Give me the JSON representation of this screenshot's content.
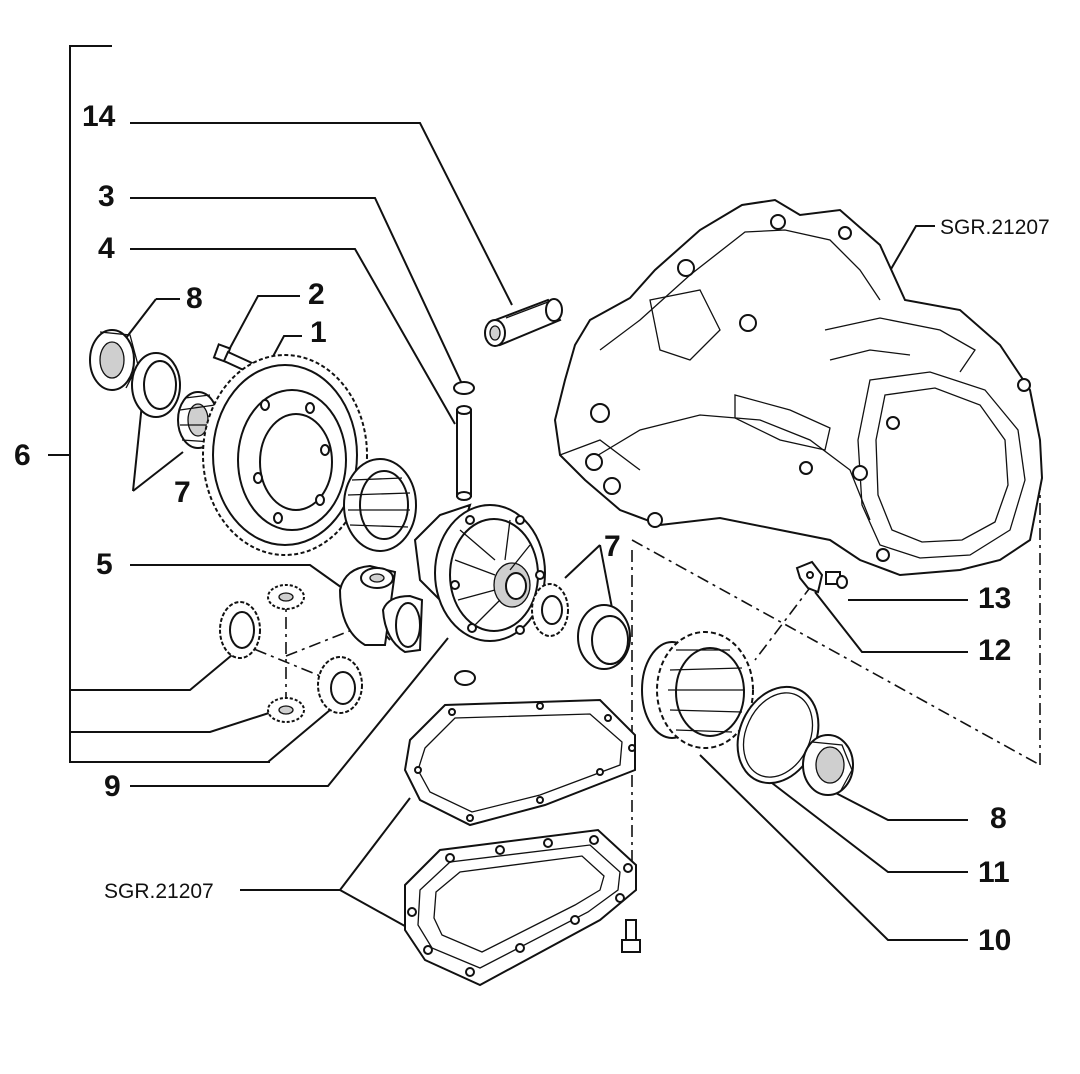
{
  "callouts": {
    "c14": "14",
    "c3": "3",
    "c4": "4",
    "c8a": "8",
    "c2": "2",
    "c1": "1",
    "c6": "6",
    "c7a": "7",
    "c5": "5",
    "c7b": "7",
    "c9": "9",
    "c13": "13",
    "c12": "12",
    "c8b": "8",
    "c11": "11",
    "c10": "10"
  },
  "references": {
    "ref_top": "SGR.21207",
    "ref_bottom": "SGR.21207"
  }
}
